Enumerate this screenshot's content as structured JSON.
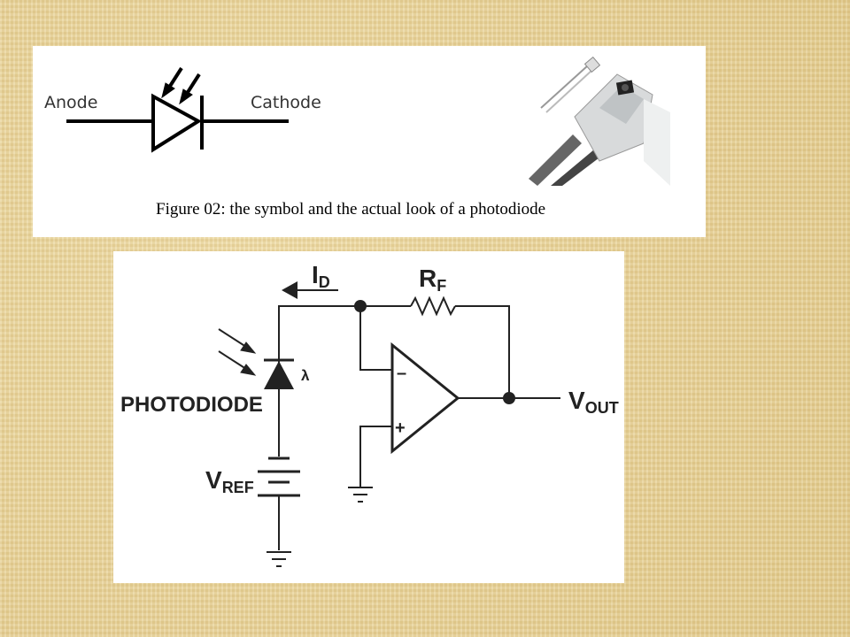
{
  "symbol_figure": {
    "anode_label": "Anode",
    "cathode_label": "Cathode",
    "caption": "Figure 02: the symbol and the actual look of a photodiode"
  },
  "circuit": {
    "photodiode_label": "PHOTODIODE",
    "lambda_label": "λ",
    "id_main": "I",
    "id_sub": "D",
    "rf_main": "R",
    "rf_sub": "F",
    "vout_main": "V",
    "vout_sub": "OUT",
    "vref_main": "V",
    "vref_sub": "REF",
    "minus_sign": "–",
    "plus_sign": "+"
  },
  "colors": {
    "background": "#e8d49a",
    "panel": "#ffffff",
    "wire": "#222222"
  }
}
